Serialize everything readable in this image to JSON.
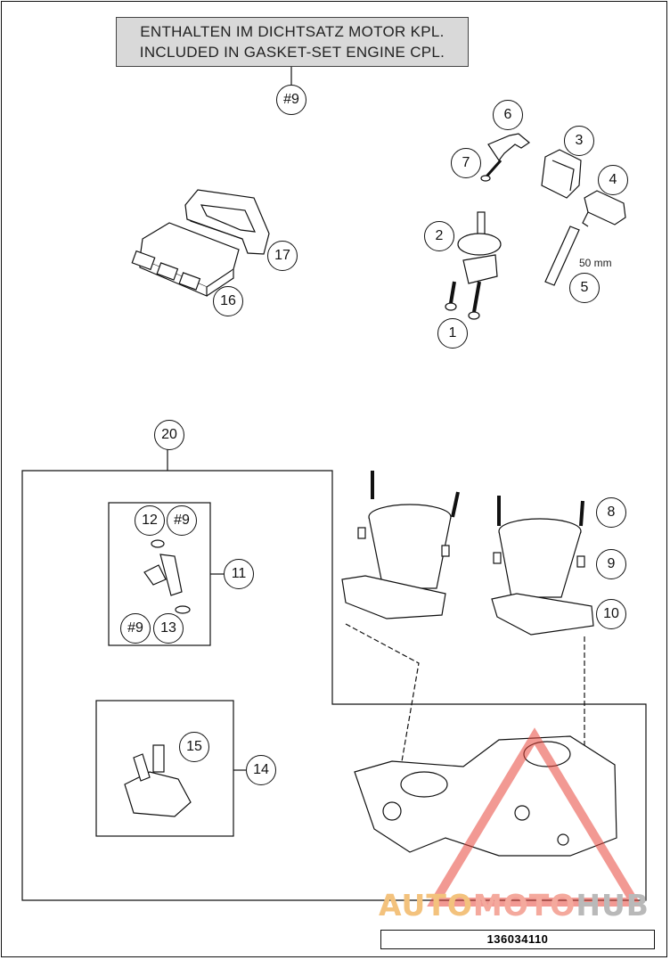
{
  "notice": {
    "line1": "ENTHALTEN IM DICHTSATZ MOTOR KPL.",
    "line2": "INCLUDED IN GASKET-SET ENGINE CPL."
  },
  "callouts": {
    "c_hash9_top": "#9",
    "c1": "1",
    "c2": "2",
    "c3": "3",
    "c4": "4",
    "c5": "5",
    "c6": "6",
    "c7": "7",
    "c8": "8",
    "c9": "9",
    "c10": "10",
    "c11": "11",
    "c12": "12",
    "c_hash9_a": "#9",
    "c_hash9_b": "#9",
    "c13": "13",
    "c14": "14",
    "c15": "15",
    "c16": "16",
    "c17": "17",
    "c20": "20"
  },
  "measure_label": "50 mm",
  "part_number": "136034110",
  "watermark": {
    "part1": "AUTO",
    "part2": "MOTO",
    "part3": "HUB"
  },
  "colors": {
    "line": "#111111",
    "notice_bg": "#d9d9d9",
    "watermark_red": "#e8463a"
  }
}
